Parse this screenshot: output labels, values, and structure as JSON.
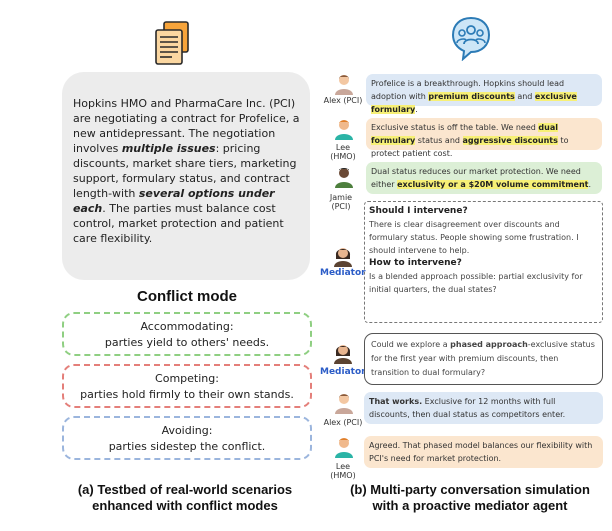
{
  "left_panel": {
    "scenario": {
      "t1": "Hopkins HMO and PharmaCare Inc. (PCI) are negotiating a contract for Profelice, a new antidepressant. The negotiation involves ",
      "t2": "multiple issues",
      "t3": ": pricing discounts, market share tiers, marketing support, formulary status, and contract length-with ",
      "t4": "several options under each",
      "t5": ". The parties must balance cost control, market protection and patient care flexibility."
    },
    "conflict_title": "Conflict mode",
    "modes": [
      {
        "name": "Accommodating:",
        "desc": "parties yield to others' needs."
      },
      {
        "name": "Competing:",
        "desc": "parties hold firmly to their own stands."
      },
      {
        "name": "Avoiding:",
        "desc": "parties sidestep the conflict."
      }
    ],
    "caption_line1": "(a) Testbed of real-world scenarios",
    "caption_line2": "enhanced with conflict modes"
  },
  "right_panel": {
    "messages": [
      {
        "speaker": "Alex (PCI)",
        "p1": "Profelice is a breakthrough. Hopkins should lead adoption with ",
        "h1": "premium discounts",
        "p2": " and ",
        "h2": "exclusive formulary",
        "p3": "."
      },
      {
        "speaker": "Lee (HMO)",
        "p1": "Exclusive status is off the table. We need ",
        "h1": "dual formulary",
        "p2": " status and ",
        "h2": "aggressive discounts",
        "p3": " to protect patient cost."
      },
      {
        "speaker": "Jamie (PCI)",
        "p1": "Dual status reduces our market protection. We need either ",
        "h1": "exclusivity or a $20M volume commitment",
        "p2": "."
      }
    ],
    "thought": {
      "q1": "Should I intervene?",
      "a1": "There is clear disagreement over discounts and formulary status. People showing some frustration. I should intervene to help.",
      "q2": "How to intervene?",
      "a2": "Is a blended approach possible: partial exclusivity for initial quarters, the dual states?"
    },
    "mediator_label": "Mediator",
    "mediator_msg": {
      "p1": "Could we explore a ",
      "b1": "phased approach",
      "p2": "-exclusive status for the first year with premium discounts, then transition to dual formulary?"
    },
    "replies": [
      {
        "speaker": "Alex (PCI)",
        "b1": "That works.",
        "p1": " Exclusive for 12 months with full discounts, then dual status as competitors enter."
      },
      {
        "speaker": "Lee (HMO)",
        "p1": "Agreed. That phased model balances our flexibility with PCI's need for market protection."
      }
    ],
    "caption_line1": "(b) Multi-party conversation simulation",
    "caption_line2": "with a proactive mediator agent"
  },
  "colors": {
    "blue_bubble": "#dde8f5",
    "orange_bubble": "#fbe6cf",
    "green_bubble": "#dcefd6",
    "highlight": "#f7f076",
    "mode_green": "#8fcf82",
    "mode_red": "#e47f7a",
    "mode_blue": "#9bb5dd",
    "mediator_text": "#2b5cc7"
  },
  "icons": [
    "document-icon",
    "group-chat-icon",
    "avatar-alex-icon",
    "avatar-lee-icon",
    "avatar-jamie-icon",
    "avatar-mediator-icon"
  ]
}
